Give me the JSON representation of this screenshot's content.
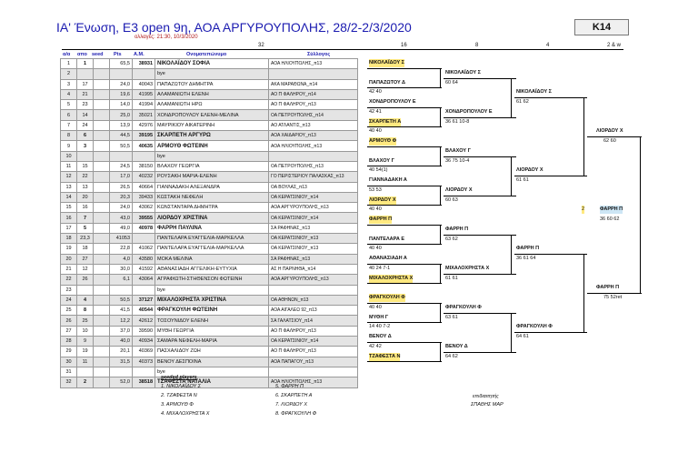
{
  "header": {
    "title": "ΙΑ' Ένωση, Ε3 open 9η, ΑΟΑ ΑΡΓΥΡΟΥΠΟΛΗΣ, 28/2-2/3/2020",
    "updated": "ολλαγές: 21:30, 10/3/2020",
    "category": "Κ14",
    "rounds": [
      "32",
      "16",
      "8",
      "4",
      "2 & w"
    ]
  },
  "columns": [
    "α/α",
    "απο",
    "seed",
    "Pts",
    "Α.Μ.",
    "Ονοματεπώνυμο",
    "Σύλλογος"
  ],
  "rows": [
    {
      "n": "1",
      "s": "1",
      "pts": "65,5",
      "id": "38931",
      "name": "ΝΙΚΟΛΑΪΔΟΥ ΣΟΦΙΑ",
      "club": "ΑΟΑ ΗΛΙΟΥΠΟΛΗΣ_π13",
      "seed": true
    },
    {
      "n": "2",
      "s": "",
      "pts": "",
      "id": "",
      "name": "bye",
      "club": "",
      "seed": false
    },
    {
      "n": "3",
      "s": "17",
      "pts": "24,0",
      "id": "40043",
      "name": "ΠΑΠΑΖΩΤΟΥ ΔΗΜΗΤΡΑ",
      "club": "ΑΚΑ ΜΑΡΑΘΩΝΑ_π14",
      "seed": false
    },
    {
      "n": "4",
      "s": "21",
      "pts": "19,6",
      "id": "41995",
      "name": "ΑΛΑΜΑΝΙΩΤΗ ΕΛΕΝΗ",
      "club": "ΑΟ Π ΦΑΛΗΡΟΥ_π14",
      "seed": false
    },
    {
      "n": "5",
      "s": "23",
      "pts": "14,0",
      "id": "41994",
      "name": "ΑΛΑΜΑΝΙΩΤΗ ΗΡΩ",
      "club": "ΑΟ Π ΦΑΛΗΡΟΥ_π13",
      "seed": false
    },
    {
      "n": "6",
      "s": "14",
      "pts": "25,0",
      "id": "35021",
      "name": "ΧΟΝΔΡΟΠΟΥΛΟΥ ΕΛΕΝΗ-ΜΕΛΙΝΑ",
      "club": "ΟΑ ΠΕΤΡΟΥΠΟΛΗΣ_π14",
      "seed": false
    },
    {
      "n": "7",
      "s": "24",
      "pts": "13,9",
      "id": "42976",
      "name": "ΜΑΥΡΙΚΙΟΥ ΑΙΚΑΤΕΡΙΝΗ",
      "club": "ΑΟ ΑΤΛΑΝΤΙΣ_π13",
      "seed": false
    },
    {
      "n": "8",
      "s": "6",
      "pts": "44,5",
      "id": "39195",
      "name": "ΣΚΑΡΠΕΤΗ ΑΡΓΥΡΩ",
      "club": "ΑΟΑ ΧΑΙΔΑΡΙΟΥ_π13",
      "seed": true
    },
    {
      "n": "9",
      "s": "3",
      "pts": "50,5",
      "id": "40635",
      "name": "ΑΡΜΟΥΘ ΦΩΤΕΙΝΗ",
      "club": "ΑΟΑ ΗΛΙΟΥΠΟΛΗΣ_π13",
      "seed": true
    },
    {
      "n": "10",
      "s": "",
      "pts": "",
      "id": "",
      "name": "bye",
      "club": "",
      "seed": false
    },
    {
      "n": "11",
      "s": "15",
      "pts": "24,5",
      "id": "38150",
      "name": "ΒΛΑΧΟΥ ΓΕΩΡΓΙΑ",
      "club": "ΟΑ ΠΕΤΡΟΥΠΟΛΗΣ_π13",
      "seed": false
    },
    {
      "n": "12",
      "s": "22",
      "pts": "17,0",
      "id": "40232",
      "name": "ΡΟΥΣΑΚΗ ΜΑΡΙΑ-ΕΛΕΝΗ",
      "club": "ΓΟ ΠΕΡΙΣΤΕΡΙΟΥ ΠΑΛΑΣΚΑΣ_π13",
      "seed": false
    },
    {
      "n": "13",
      "s": "13",
      "pts": "26,5",
      "id": "40664",
      "name": "ΓΙΑΝΝΑΔΑΚΗ ΑΛΕΞΑΝΔΡΑ",
      "club": "ΟΑ ΒΟΥΛΑΣ_π13",
      "seed": false
    },
    {
      "n": "14",
      "s": "20",
      "pts": "20,3",
      "id": "39433",
      "name": "ΚΩΣΤΑΚΗ ΝΕΦΕΛΗ",
      "club": "ΟΑ ΚΕΡΑΤΣΙΝΙΟΥ_π14",
      "seed": false
    },
    {
      "n": "15",
      "s": "16",
      "pts": "24,0",
      "id": "43062",
      "name": "ΚΩΝΣΤΑΝΤΑΡΑ ΔΗΜΗΤΡΑ",
      "club": "ΑΟΑ ΑΡΓΥΡΟΥΠΟΛΗΣ_π13",
      "seed": false
    },
    {
      "n": "16",
      "s": "7",
      "pts": "43,0",
      "id": "39555",
      "name": "ΛΙΟΡΔΟΥ ΧΡΙΣΤΙΝΑ",
      "club": "ΟΑ ΚΕΡΑΤΣΙΝΙΟΥ_π14",
      "seed": true
    },
    {
      "n": "17",
      "s": "5",
      "pts": "49,0",
      "id": "40978",
      "name": "ΦΑΡΡΗ ΠΑΥΛΙΝΑ",
      "club": "ΣΑ ΡΑΦΗΝΑΣ_π13",
      "seed": true
    },
    {
      "n": "18",
      "s": "23,3",
      "pts": "41053",
      "id": "",
      "name": "ΠΑΝΤΕΛΑΡΑ ΕΥΑΓΓΕΛΙΑ-ΜΑΡΚΕΛΛΑ",
      "club": "ΟΑ ΚΕΡΑΤΣΙΝΙΟΥ_π13",
      "seed": false,
      "shift": true
    },
    {
      "n": "19",
      "s": "18",
      "pts": "22,8",
      "id": "41062",
      "name": "ΠΑΝΤΕΛΑΡΑ ΕΥΑΓΓΕΛΙΑ-ΜΑΡΚΕΛΛΑ",
      "club": "ΟΑ ΚΕΡΑΤΣΙΝΙΟΥ_π13",
      "seed": false
    },
    {
      "n": "20",
      "s": "27",
      "pts": "4,0",
      "id": "43580",
      "name": "ΜΟΚΑ ΜΕΛΙΝΑ",
      "club": "ΣΑ ΡΑΦΗΝΑΣ_π13",
      "seed": false
    },
    {
      "n": "21",
      "s": "12",
      "pts": "30,0",
      "id": "41592",
      "name": "ΑΘΑΝΑΣΙΑΔΗ ΑΓΓΕΛΙΚΗ-ΕΥΤΥΧΙΑ",
      "club": "ΑΣ Η ΠΑΡΝΗΘΑ_π14",
      "seed": false
    },
    {
      "n": "22",
      "s": "26",
      "pts": "6,1",
      "id": "43064",
      "name": "ΑΓΡΑΦΙΩΤΗ-ΣΤΗΘΕΝΣΟΝ ΦΩΤΕΙΝΗ",
      "club": "ΑΟΑ ΑΡΓΥΡΟΥΠΟΛΗΣ_π13",
      "seed": false
    },
    {
      "n": "23",
      "s": "",
      "pts": "",
      "id": "",
      "name": "bye",
      "club": "",
      "seed": false
    },
    {
      "n": "24",
      "s": "4",
      "pts": "50,5",
      "id": "37127",
      "name": "ΜΙΧΑΛΟΧΡΗΣΤΑ ΧΡΙΣΤΙΝΑ",
      "club": "ΟΑ ΑΘΗΝΩΝ_π13",
      "seed": true
    },
    {
      "n": "25",
      "s": "8",
      "pts": "41,5",
      "id": "40544",
      "name": "ΦΡΑΓΚΟΥΛΗ ΦΩΤΕΙΝΗ",
      "club": "ΑΟΑ ΑΙΓΑΛΕΩ 92_π13",
      "seed": true
    },
    {
      "n": "26",
      "s": "25",
      "pts": "12,2",
      "id": "42612",
      "name": "ΤΟΣΟΥΝΙΔΟΥ ΕΛΕΝΗ",
      "club": "ΣΑ ΓΑΛΑΤΣΙΟΥ_π14",
      "seed": false
    },
    {
      "n": "27",
      "s": "10",
      "pts": "37,0",
      "id": "39590",
      "name": "ΜΥΘΗ ΓΕΩΡΓΙΑ",
      "club": "ΑΟ Π ΦΑΛΗΡΟΥ_π13",
      "seed": false
    },
    {
      "n": "28",
      "s": "9",
      "pts": "40,0",
      "id": "40934",
      "name": "ΣΑΜΑΡΑ ΝΕΦΕΛΗ-ΜΑΡΙΑ",
      "club": "ΟΑ ΚΕΡΑΤΣΙΝΙΟΥ_π14",
      "seed": false
    },
    {
      "n": "29",
      "s": "19",
      "pts": "20,1",
      "id": "40369",
      "name": "ΠΑΣΧΑΛΙΔΟΥ ΖΩΗ",
      "club": "ΑΟ Π ΦΑΛΗΡΟΥ_π13",
      "seed": false
    },
    {
      "n": "30",
      "s": "11",
      "pts": "31,5",
      "id": "40373",
      "name": "ΒΕΝΟΥ ΔΕΣΠΟΙΝΑ",
      "club": "ΑΟΑ ΠΑΠΑΓΟΥ_π13",
      "seed": false
    },
    {
      "n": "31",
      "s": "",
      "pts": "",
      "id": "",
      "name": "bye",
      "club": "",
      "seed": false
    },
    {
      "n": "32",
      "s": "2",
      "pts": "52,0",
      "id": "38518",
      "name": "ΤΖΑΦΕΣΤΑ ΝΑΤΑΛΙΑ",
      "club": "ΑΟΑ ΗΛΙΟΥΠΟΛΗΣ_π13",
      "seed": true
    }
  ],
  "r16": [
    {
      "w": "ΝΙΚΟΛΑΪΔΟΥ Σ",
      "s": ""
    },
    {
      "w": "ΠΑΠΑΖΩΤΟΥ Δ",
      "s": "42 40"
    },
    {
      "w": "ΧΟΝΔΡΟΠΟΥΛΟΥ Ε",
      "s": "42 41"
    },
    {
      "w": "ΣΚΑΡΠΕΤΗ Α",
      "s": "40 40"
    },
    {
      "w": "ΑΡΜΟΥΘ Φ",
      "s": ""
    },
    {
      "w": "ΒΛΑΧΟΥ Γ",
      "s": "40 54(1)"
    },
    {
      "w": "ΓΙΑΝΝΑΔΑΚΗ Α",
      "s": "53 53"
    },
    {
      "w": "ΛΙΟΡΔΟΥ Χ",
      "s": "40 40"
    },
    {
      "w": "ΦΑΡΡΗ Π",
      "s": ""
    },
    {
      "w": "ΠΑΝΤΕΛΑΡΑ Ε",
      "s": "40 40"
    },
    {
      "w": "ΑΘΑΝΑΣΙΑΔΗ Α",
      "s": "40 24 7-1"
    },
    {
      "w": "ΜΙΧΑΛΟΧΡΗΣΤΑ Χ",
      "s": ""
    },
    {
      "w": "ΦΡΑΓΚΟΥΛΗ Φ",
      "s": "40 40"
    },
    {
      "w": "ΜΥΘΗ Γ",
      "s": "14 40 7-2"
    },
    {
      "w": "ΒΕΝΟΥ Δ",
      "s": "42 42"
    },
    {
      "w": "ΤΖΑΦΕΣΤΑ Ν",
      "s": ""
    }
  ],
  "r8": [
    {
      "w": "ΝΙΚΟΛΑΪΔΟΥ Σ",
      "s": "60 64"
    },
    {
      "w": "ΧΟΝΔΡΟΠΟΥΛΟΥ Ε",
      "s": "36 61 10-8"
    },
    {
      "w": "ΒΛΑΧΟΥ Γ",
      "s": "36 75 10-4"
    },
    {
      "w": "ΛΙΟΡΔΟΥ Χ",
      "s": "60 63"
    },
    {
      "w": "ΦΑΡΡΗ Π",
      "s": "63 62"
    },
    {
      "w": "ΜΙΧΑΛΟΧΡΗΣΤΑ Χ",
      "s": "61 61"
    },
    {
      "w": "ΦΡΑΓΚΟΥΛΗ Φ",
      "s": "63 61"
    },
    {
      "w": "ΒΕΝΟΥ Δ",
      "s": "64 62"
    }
  ],
  "r4": [
    {
      "w": "ΝΙΚΟΛΑΪΔΟΥ Σ",
      "s": "61 62"
    },
    {
      "w": "ΛΙΟΡΔΟΥ Χ",
      "s": "61 61"
    },
    {
      "w": "ΦΑΡΡΗ Π",
      "s": "36 61 64"
    },
    {
      "w": "ΦΡΑΓΚΟΥΛΗ Φ",
      "s": "64 61"
    }
  ],
  "r2": [
    {
      "w": "ΛΙΟΡΔΟΥ Χ",
      "s": "62 60"
    },
    {
      "w": "ΦΑΡΡΗ Π",
      "s": "75 52ret"
    }
  ],
  "final": {
    "w": "ΦΑΡΡΗ Π",
    "s": "36 60 62",
    "mark": "2"
  },
  "seeded": {
    "heading": "seeded players",
    "left": [
      "1. ΝΙΚΟΛΑΪΔΟΥ Σ",
      "2. ΤΖΑΦΕΣΤΑ Ν",
      "3. ΑΡΜΟΥΘ Φ",
      "4. ΜΙΧΑΛΟΧΡΗΣΤΑ Χ"
    ],
    "right": [
      "5. ΦΑΡΡΗ Π",
      "6. ΣΚΑΡΠΕΤΗ Α",
      "7. ΛΙΟΡΔΟΥ Χ",
      "8. ΦΡΑΓΚΟΥΛΗ Φ"
    ]
  },
  "referee": {
    "label": "επιδιαιτητής",
    "name": "ΣΠΑΘΗΣ ΜΑΡ"
  }
}
